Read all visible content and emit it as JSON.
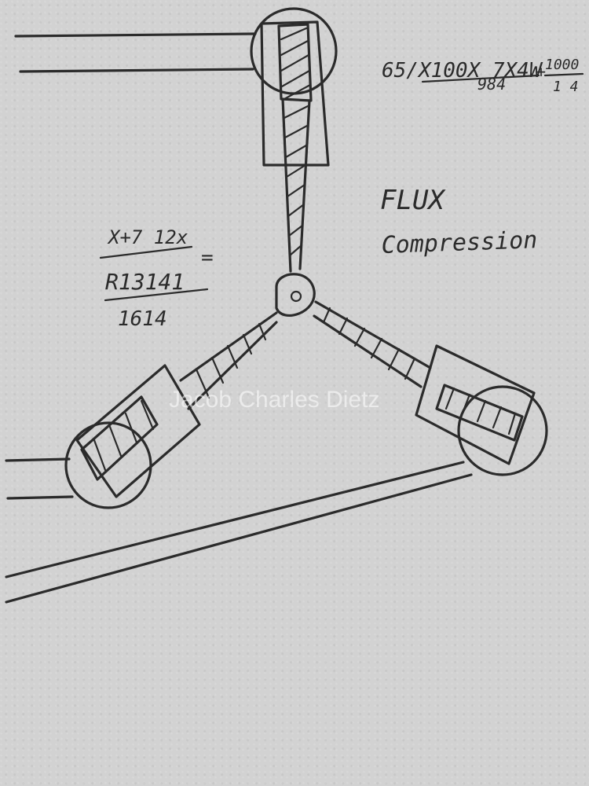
{
  "notes": {
    "title_line1": "FLUX",
    "title_line2": "Compression",
    "formula_top_numerator": "65/X100X 7X4W",
    "formula_top_denominator": "984",
    "formula_top_plus": "+",
    "formula_top_fraction_num": "1000",
    "formula_top_fraction_den": "1 4",
    "formula_left_line1": "X+7 12x",
    "formula_left_equals": "=",
    "formula_left_line2": "R13141",
    "formula_left_line3": "1614"
  },
  "watermark": {
    "text": "Jacob Charles Dietz"
  },
  "colors": {
    "paper": "#d2d2d2",
    "ink": "#2b2b2b"
  }
}
